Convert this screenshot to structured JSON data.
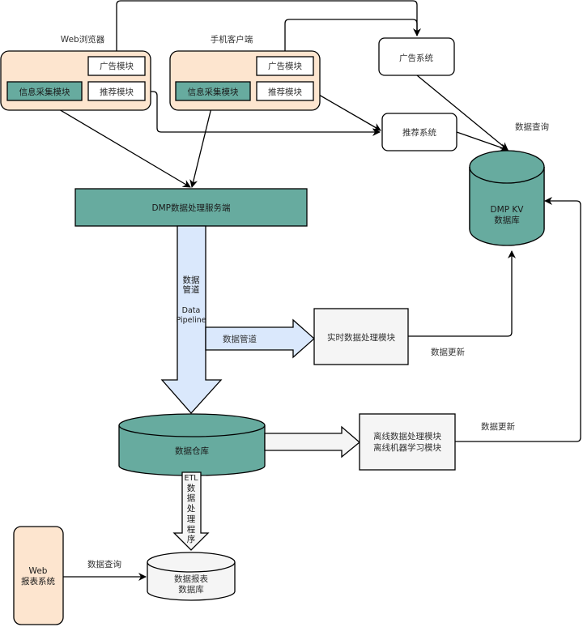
{
  "colors": {
    "peach": "#fde5cf",
    "teal": "#67ab9f",
    "light_blue": "#dae8fc",
    "light_gray": "#f5f5f5",
    "white": "#ffffff",
    "stroke": "#000000",
    "text": "#333333"
  },
  "clients": {
    "web_browser": {
      "title": "Web浏览器",
      "ad_module": "广告模块",
      "recommend_module": "推荐模块",
      "collect_module": "信息采集模块"
    },
    "mobile_client": {
      "title": "手机客户端",
      "ad_module": "广告模块",
      "recommend_module": "推荐模块",
      "collect_module": "信息采集模块"
    }
  },
  "systems": {
    "ad_system": "广告系统",
    "recommend_system": "推荐系统"
  },
  "dmp_server": "DMP数据处理服务端",
  "kv_db": {
    "line1": "DMP KV",
    "line2": "数据库"
  },
  "pipeline": {
    "vertical_line1": "数据",
    "vertical_line2": "管道",
    "vertical_en1": "Data",
    "vertical_en2": "Pipeline",
    "horizontal": "数据管道"
  },
  "realtime_module": "实时数据处理模块",
  "warehouse": "数据仓库",
  "offline_module": {
    "line1": "离线数据处理模块",
    "line2": "离线机器学习模块"
  },
  "etl": {
    "line1": "ETL",
    "chars": [
      "数",
      "据",
      "处",
      "理",
      "程",
      "序"
    ]
  },
  "report_db": {
    "line1": "数据报表",
    "line2": "数据库"
  },
  "web_report": {
    "line1": "Web",
    "line2": "报表系统"
  },
  "edge_labels": {
    "query_kv": "数据查询",
    "update_realtime": "数据更新",
    "update_offline": "数据更新",
    "query_report": "数据查询"
  }
}
